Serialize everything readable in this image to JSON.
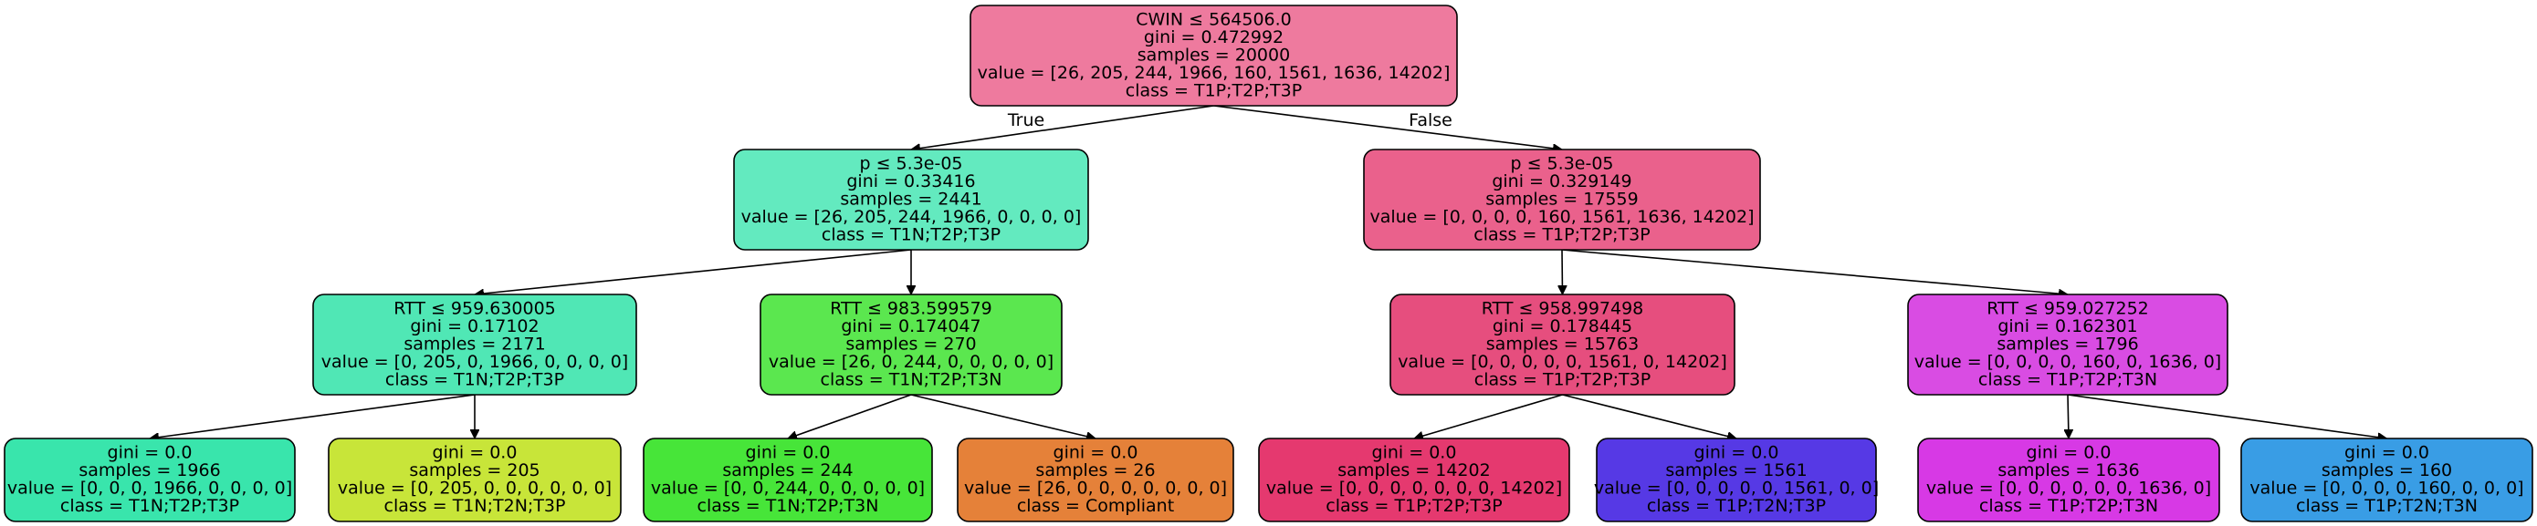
{
  "diagram": {
    "type": "decision-tree",
    "nodes": [
      {
        "id": "n0",
        "fill": "#ee7a9e",
        "lines": [
          "CWIN ≤ 564506.0",
          "gini = 0.472992",
          "samples = 20000",
          "value = [26, 205, 244, 1966, 160, 1561, 1636, 14202]",
          "class = T1P;T2P;T3P"
        ]
      },
      {
        "id": "n1",
        "fill": "#63eabf",
        "lines": [
          "p ≤ 5.3e-05",
          "gini = 0.33416",
          "samples = 2441",
          "value = [26, 205, 244, 1966, 0, 0, 0, 0]",
          "class = T1N;T2P;T3P"
        ]
      },
      {
        "id": "n2",
        "fill": "#ea618c",
        "lines": [
          "p ≤ 5.3e-05",
          "gini = 0.329149",
          "samples = 17559",
          "value = [0, 0, 0, 0, 160, 1561, 1636, 14202]",
          "class = T1P;T2P;T3P"
        ]
      },
      {
        "id": "n3",
        "fill": "#50e7b5",
        "lines": [
          "RTT ≤ 959.630005",
          "gini = 0.17102",
          "samples = 2171",
          "value = [0, 205, 0, 1966, 0, 0, 0, 0]",
          "class = T1N;T2P;T3P"
        ]
      },
      {
        "id": "n4",
        "fill": "#5be74f",
        "lines": [
          "RTT ≤ 983.599579",
          "gini = 0.174047",
          "samples = 270",
          "value = [26, 0, 244, 0, 0, 0, 0, 0]",
          "class = T1N;T2P;T3N"
        ]
      },
      {
        "id": "n5",
        "fill": "#e64e7e",
        "lines": [
          "RTT ≤ 958.997498",
          "gini = 0.178445",
          "samples = 15763",
          "value = [0, 0, 0, 0, 0, 1561, 0, 14202]",
          "class = T1P;T2P;T3P"
        ]
      },
      {
        "id": "n6",
        "fill": "#d94ce3",
        "lines": [
          "RTT ≤ 959.027252",
          "gini = 0.162301",
          "samples = 1796",
          "value = [0, 0, 0, 0, 160, 0, 1636, 0]",
          "class = T1P;T2P;T3N"
        ]
      },
      {
        "id": "n7",
        "fill": "#39e5ac",
        "lines": [
          "gini = 0.0",
          "samples = 1966",
          "value = [0, 0, 0, 1966, 0, 0, 0, 0]",
          "class = T1N;T2P;T3P"
        ]
      },
      {
        "id": "n8",
        "fill": "#c8e539",
        "lines": [
          "gini = 0.0",
          "samples = 205",
          "value = [0, 205, 0, 0, 0, 0, 0, 0]",
          "class = T1N;T2N;T3P"
        ]
      },
      {
        "id": "n9",
        "fill": "#47e539",
        "lines": [
          "gini = 0.0",
          "samples = 244",
          "value = [0, 0, 244, 0, 0, 0, 0, 0]",
          "class = T1N;T2P;T3N"
        ]
      },
      {
        "id": "n10",
        "fill": "#e58139",
        "lines": [
          "gini = 0.0",
          "samples = 26",
          "value = [26, 0, 0, 0, 0, 0, 0, 0]",
          "class = Compliant"
        ]
      },
      {
        "id": "n11",
        "fill": "#e5396f",
        "lines": [
          "gini = 0.0",
          "samples = 14202",
          "value = [0, 0, 0, 0, 0, 0, 0, 14202]",
          "class = T1P;T2P;T3P"
        ]
      },
      {
        "id": "n12",
        "fill": "#5639e5",
        "lines": [
          "gini = 0.0",
          "samples = 1561",
          "value = [0, 0, 0, 0, 0, 1561, 0, 0]",
          "class = T1P;T2N;T3P"
        ]
      },
      {
        "id": "n13",
        "fill": "#d739e5",
        "lines": [
          "gini = 0.0",
          "samples = 1636",
          "value = [0, 0, 0, 0, 0, 0, 1636, 0]",
          "class = T1P;T2P;T3N"
        ]
      },
      {
        "id": "n14",
        "fill": "#399de5",
        "lines": [
          "gini = 0.0",
          "samples = 160",
          "value = [0, 0, 0, 0, 160, 0, 0, 0]",
          "class = T1P;T2N;T3N"
        ]
      }
    ],
    "edges": [
      {
        "from": "n0",
        "to": "n1",
        "label": "True"
      },
      {
        "from": "n0",
        "to": "n2",
        "label": "False"
      },
      {
        "from": "n1",
        "to": "n3",
        "label": ""
      },
      {
        "from": "n1",
        "to": "n4",
        "label": ""
      },
      {
        "from": "n2",
        "to": "n5",
        "label": ""
      },
      {
        "from": "n2",
        "to": "n6",
        "label": ""
      },
      {
        "from": "n3",
        "to": "n7",
        "label": ""
      },
      {
        "from": "n3",
        "to": "n8",
        "label": ""
      },
      {
        "from": "n4",
        "to": "n9",
        "label": ""
      },
      {
        "from": "n4",
        "to": "n10",
        "label": ""
      },
      {
        "from": "n5",
        "to": "n11",
        "label": ""
      },
      {
        "from": "n5",
        "to": "n12",
        "label": ""
      },
      {
        "from": "n6",
        "to": "n13",
        "label": ""
      },
      {
        "from": "n6",
        "to": "n14",
        "label": ""
      }
    ]
  }
}
